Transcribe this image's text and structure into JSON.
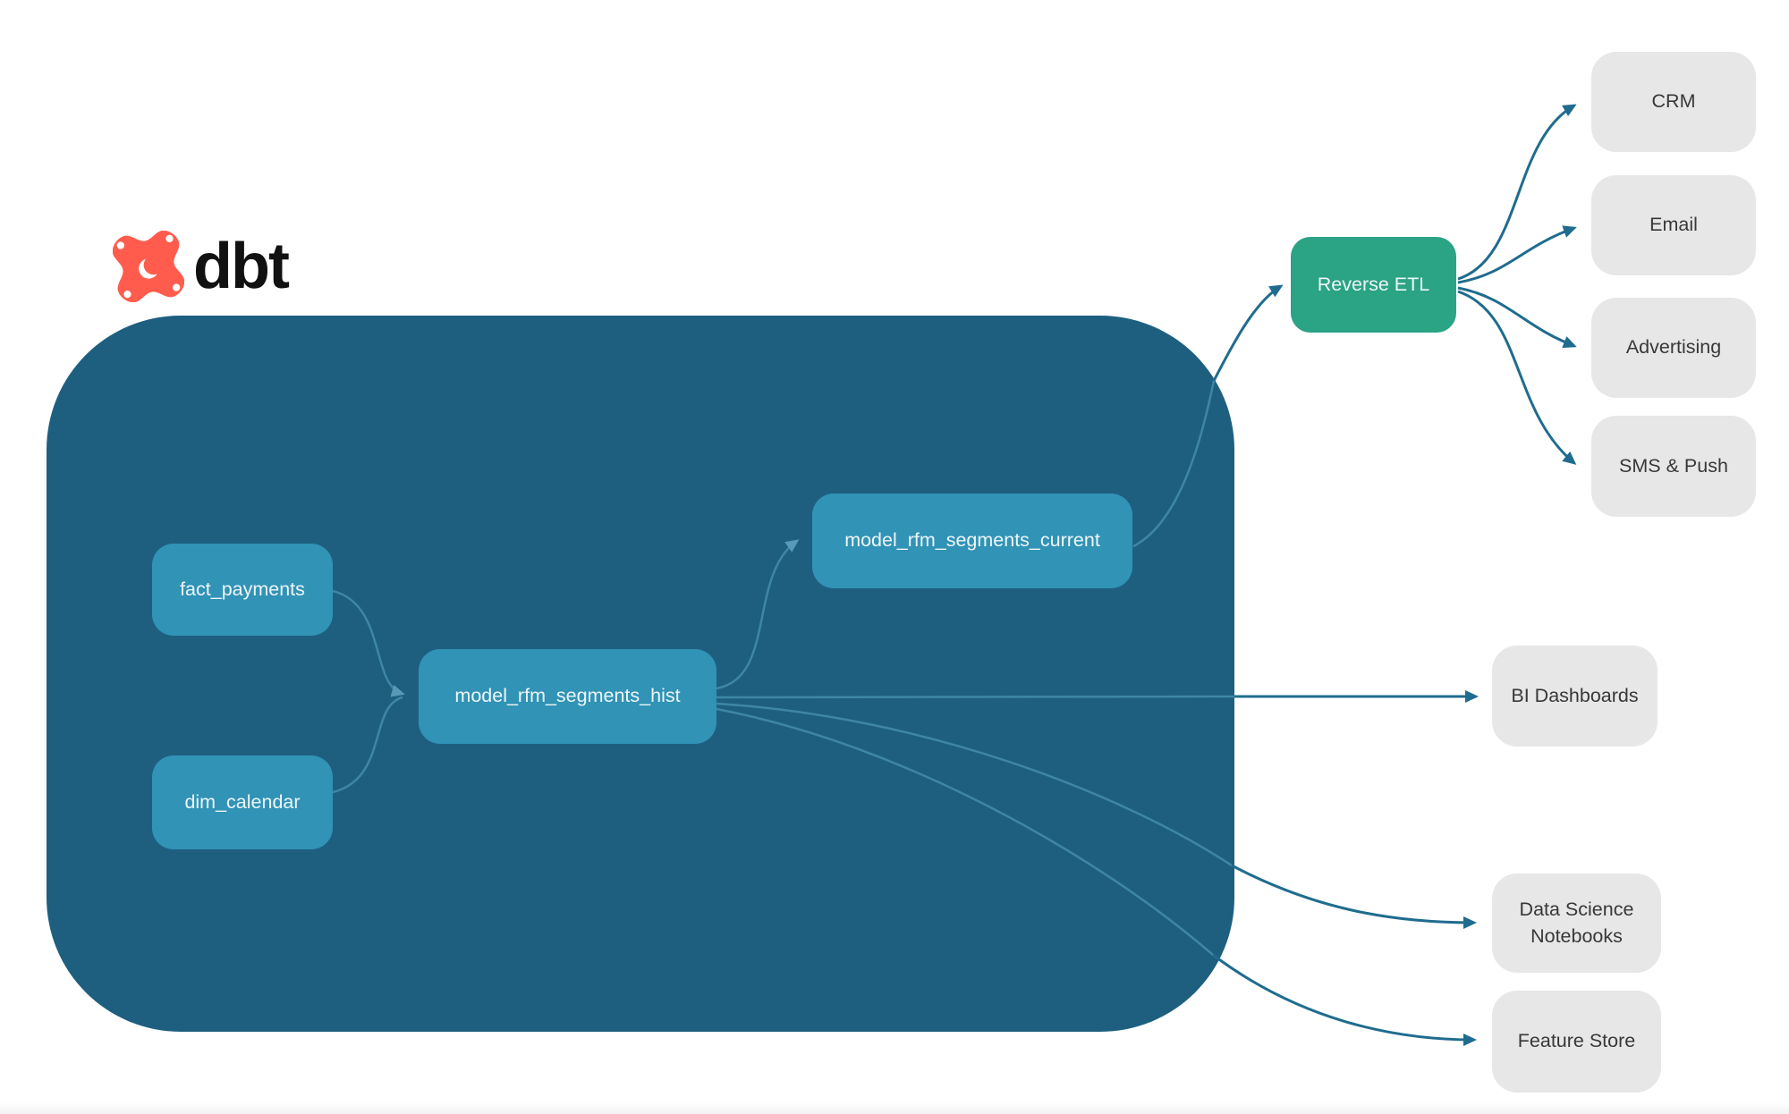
{
  "logo": {
    "brand": "dbt"
  },
  "colors": {
    "container_bg": "#1e5f80",
    "model_node_bg": "#3193b6",
    "reverse_etl_bg": "#2ba385",
    "destination_bg": "#e7e7e7",
    "edge_outside": "#1f6c8e",
    "edge_inside": "#3f86a5",
    "logo_orange": "#ff5c4d",
    "node_text": "#eef6f9",
    "destination_text": "#383838"
  },
  "nodes": {
    "fact_payments": "fact_payments",
    "dim_calendar": "dim_calendar",
    "model_rfm_segments_hist": "model_rfm_segments_hist",
    "model_rfm_segments_current": "model_rfm_segments_current",
    "reverse_etl": "Reverse ETL",
    "crm": "CRM",
    "email": "Email",
    "advertising": "Advertising",
    "sms_push": "SMS & Push",
    "bi_dashboards": "BI Dashboards",
    "data_science_notebooks": "Data Science Notebooks",
    "feature_store": "Feature Store"
  },
  "edges": [
    {
      "from": "fact_payments",
      "to": "model_rfm_segments_hist"
    },
    {
      "from": "dim_calendar",
      "to": "model_rfm_segments_hist"
    },
    {
      "from": "model_rfm_segments_hist",
      "to": "model_rfm_segments_current"
    },
    {
      "from": "model_rfm_segments_current",
      "to": "Reverse ETL"
    },
    {
      "from": "Reverse ETL",
      "to": "CRM"
    },
    {
      "from": "Reverse ETL",
      "to": "Email"
    },
    {
      "from": "Reverse ETL",
      "to": "Advertising"
    },
    {
      "from": "Reverse ETL",
      "to": "SMS & Push"
    },
    {
      "from": "model_rfm_segments_hist",
      "to": "BI Dashboards"
    },
    {
      "from": "model_rfm_segments_hist",
      "to": "Data Science Notebooks"
    },
    {
      "from": "model_rfm_segments_hist",
      "to": "Feature Store"
    }
  ]
}
